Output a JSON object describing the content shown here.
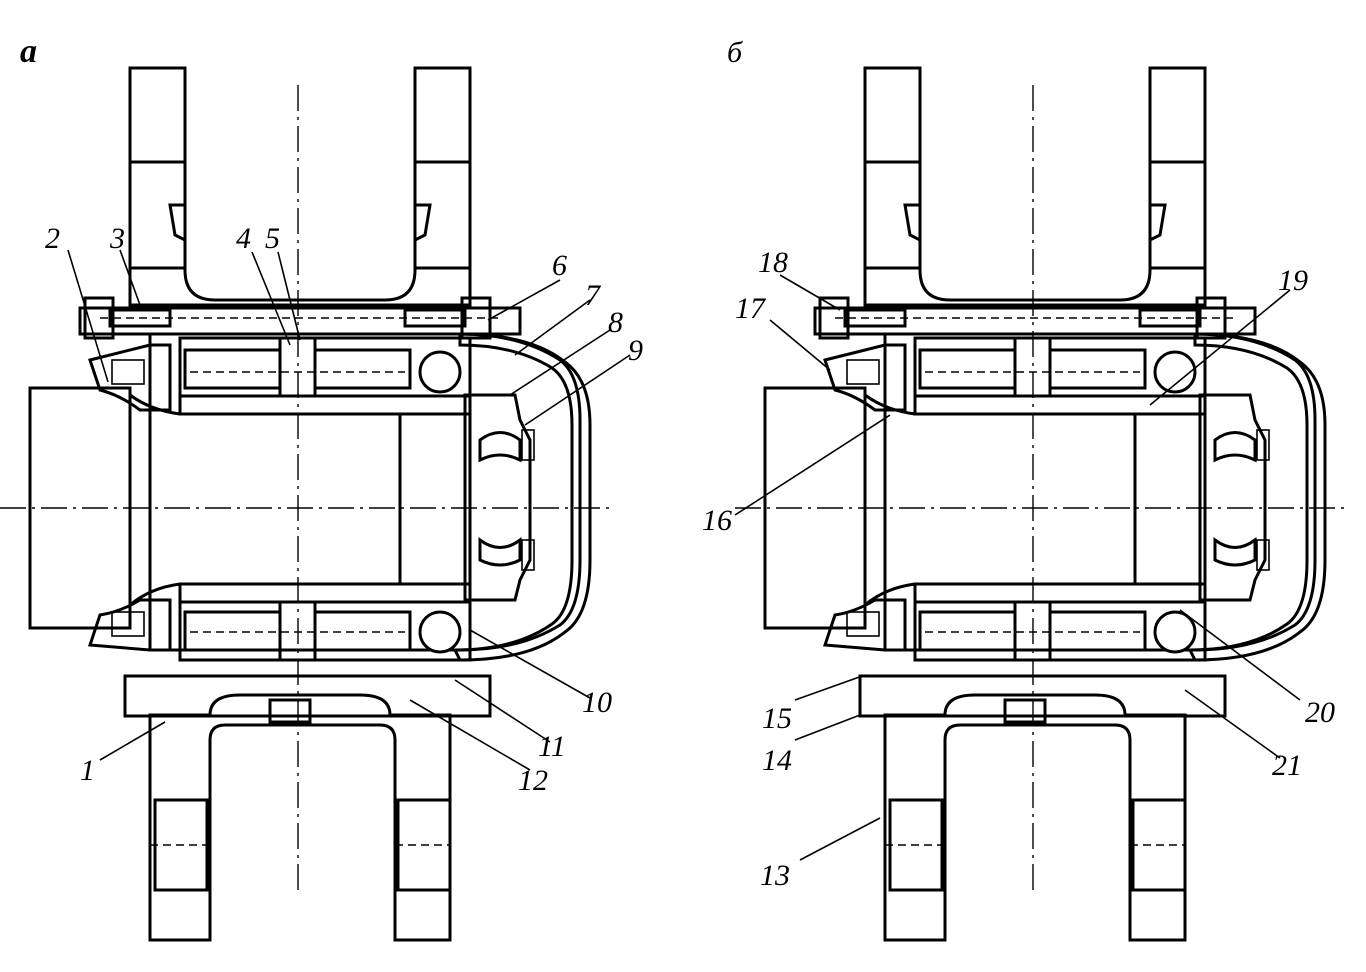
{
  "panels": {
    "a": "а",
    "b": "б"
  },
  "callouts": {
    "n1": "1",
    "n2": "2",
    "n3": "3",
    "n4": "4",
    "n5": "5",
    "n6": "6",
    "n7": "7",
    "n8": "8",
    "n9": "9",
    "n10": "10",
    "n11": "11",
    "n12": "12",
    "n13": "13",
    "n14": "14",
    "n15": "15",
    "n16": "16",
    "n17": "17",
    "n18": "18",
    "n19": "19",
    "n20": "20",
    "n21": "21"
  }
}
